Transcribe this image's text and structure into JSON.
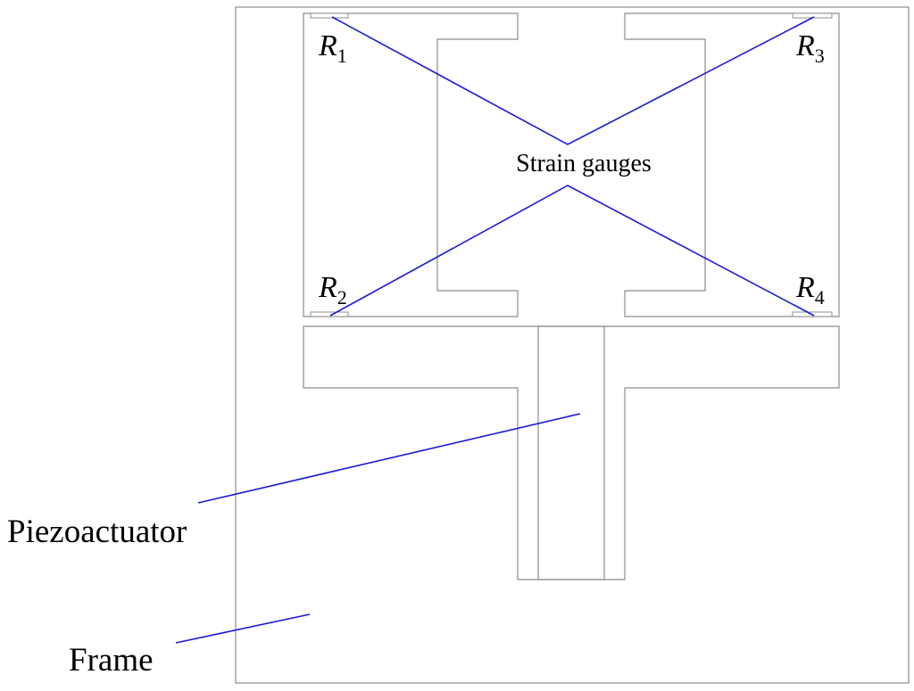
{
  "labels": {
    "strain_gauges": "Strain gauges",
    "piezoactuator": "Piezoactuator",
    "frame": "Frame"
  },
  "gauges": [
    {
      "id": "r1",
      "letter": "R",
      "sub": "1"
    },
    {
      "id": "r2",
      "letter": "R",
      "sub": "2"
    },
    {
      "id": "r3",
      "letter": "R",
      "sub": "3"
    },
    {
      "id": "r4",
      "letter": "R",
      "sub": "4"
    }
  ],
  "colors": {
    "outline": "#8c8c8c",
    "leader": "#1a1ad6",
    "text": "#000000",
    "background": "#ffffff"
  }
}
